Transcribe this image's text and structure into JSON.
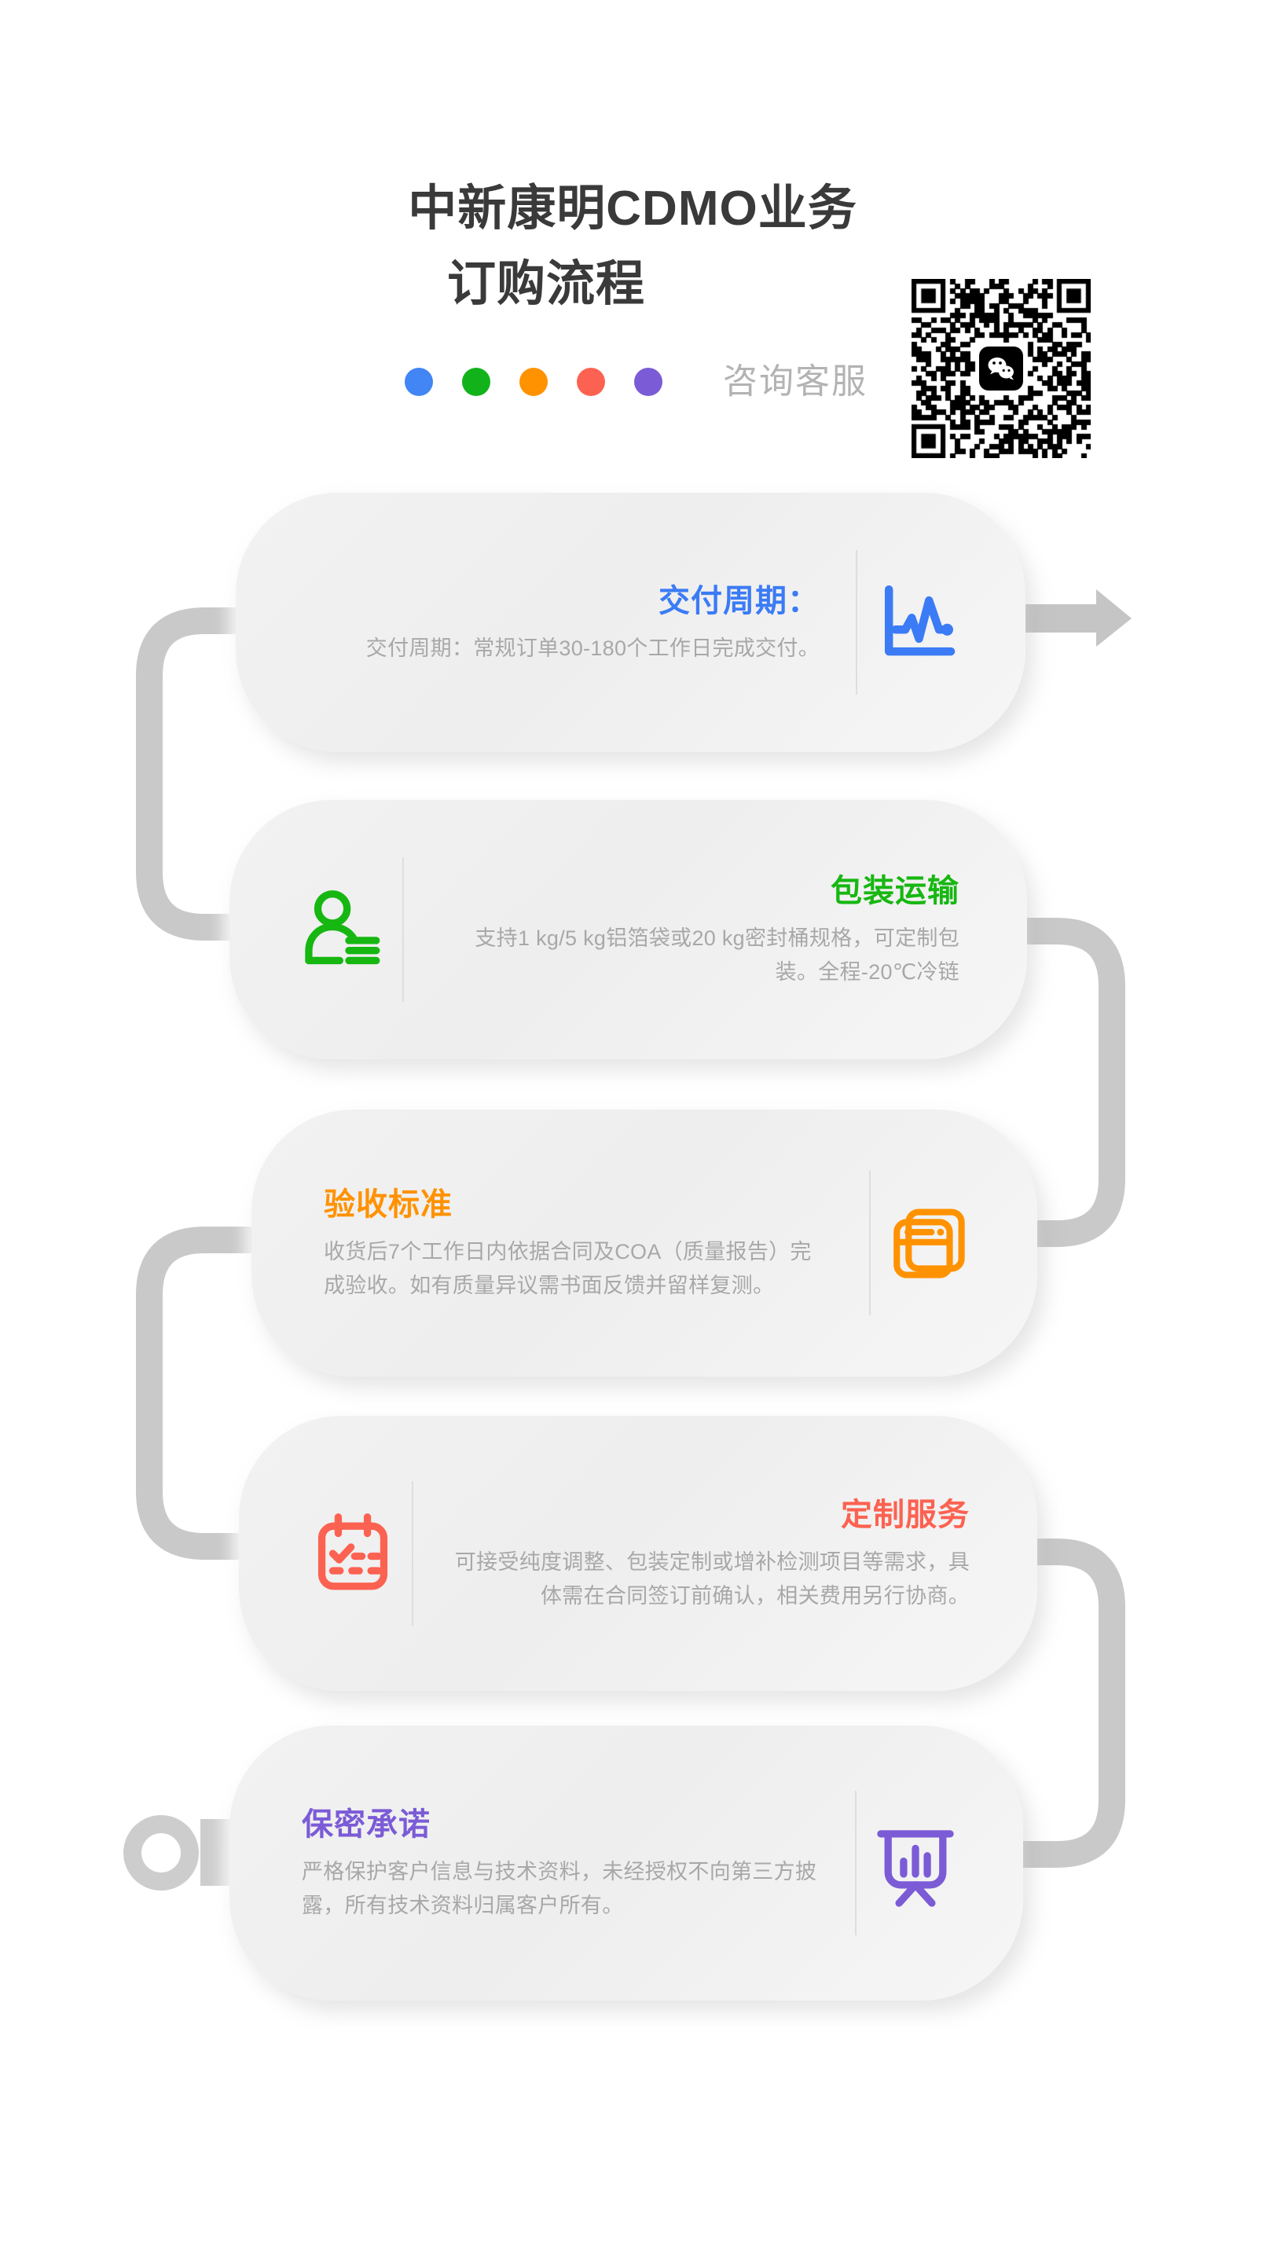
{
  "header": {
    "title_line_1": "中新康明CDMO业务",
    "title_line_2": "订购流程",
    "consult_label": "咨询客服",
    "qr_name": "wechat-qr-code",
    "dots": [
      {
        "name": "dot-blue",
        "color": "#4285F4"
      },
      {
        "name": "dot-green",
        "color": "#12B31A"
      },
      {
        "name": "dot-orange",
        "color": "#FF9200"
      },
      {
        "name": "dot-red",
        "color": "#FC6251"
      },
      {
        "name": "dot-purple",
        "color": "#7B5BD6"
      }
    ]
  },
  "flow": {
    "arrow_name": "flow-arrow-right",
    "endpoint_name": "flow-endpoint-ring",
    "connector_color": "#c9c9c9"
  },
  "cards": [
    {
      "id": "card-1",
      "title": "交付周期：",
      "body": "交付周期：常规订单30-180个工作日完成交付。",
      "color": "#3B7BF5",
      "icon": "line-chart-icon",
      "align": "right",
      "icon_side": "right"
    },
    {
      "id": "card-2",
      "title": "包装运输",
      "body": "支持1 kg/5 kg铝箔袋或20 kg密封桶规格，可定制包装。全程-20℃冷链",
      "color": "#17B712",
      "icon": "user-list-icon",
      "align": "right",
      "icon_side": "left"
    },
    {
      "id": "card-3",
      "title": "验收标准",
      "body": "收货后7个工作日内依据合同及COA（质量报告）完成验收。如有质量异议需书面反馈并留样复测。",
      "color": "#FF9200",
      "icon": "stacked-cards-icon",
      "align": "left",
      "icon_side": "right"
    },
    {
      "id": "card-4",
      "title": "定制服务",
      "body": "可接受纯度调整、包装定制或增补检测项目等需求，具体需在合同签订前确认，相关费用另行协商。",
      "color": "#FC6251",
      "icon": "calendar-check-icon",
      "align": "right",
      "icon_side": "left"
    },
    {
      "id": "card-5",
      "title": "保密承诺",
      "body": "严格保护客户信息与技术资料，未经授权不向第三方披露，所有技术资料归属客户所有。",
      "color": "#7B5BD6",
      "icon": "presentation-chart-icon",
      "align": "left",
      "icon_side": "right"
    }
  ]
}
